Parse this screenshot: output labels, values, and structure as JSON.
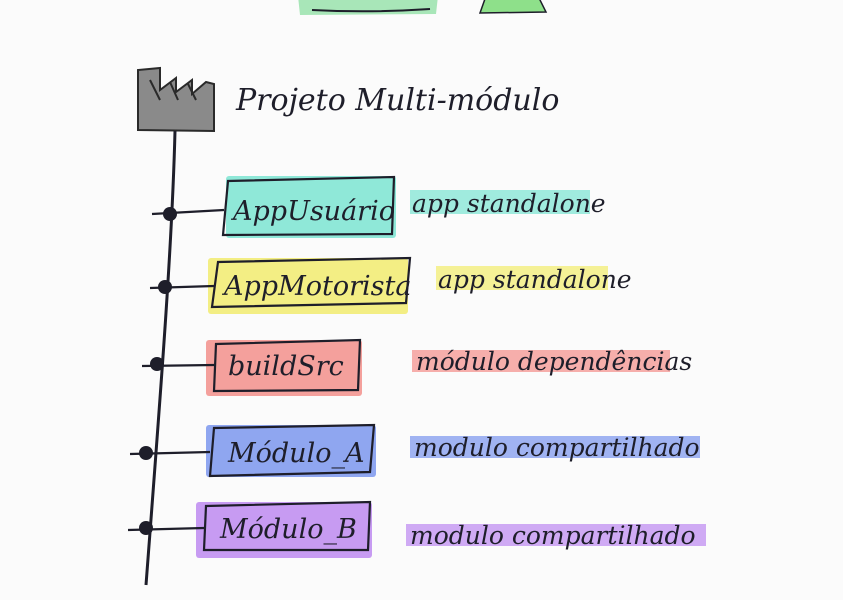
{
  "root": {
    "label": "Projeto Multi-módulo",
    "icon": "factory-icon",
    "icon_color": "#8a8a8a"
  },
  "top_partial": {
    "left_color": "#a8e6b8",
    "right_color": "#8ee08a"
  },
  "nodes": [
    {
      "id": "app-usuario",
      "label": "AppUsuário",
      "description": "app standalone",
      "color": "#8fe8d8"
    },
    {
      "id": "app-motorista",
      "label": "AppMotorista",
      "description": "app standalone",
      "color": "#f3ee84"
    },
    {
      "id": "buildsrc",
      "label": "buildSrc",
      "description": "módulo dependências",
      "color": "#f4a09c"
    },
    {
      "id": "modulo-a",
      "label": "Módulo_A",
      "description": "modulo compartilhado",
      "color": "#8fa6f0"
    },
    {
      "id": "modulo-b",
      "label": "Módulo_B",
      "description": "modulo compartilhado",
      "color": "#c79bf2"
    }
  ]
}
